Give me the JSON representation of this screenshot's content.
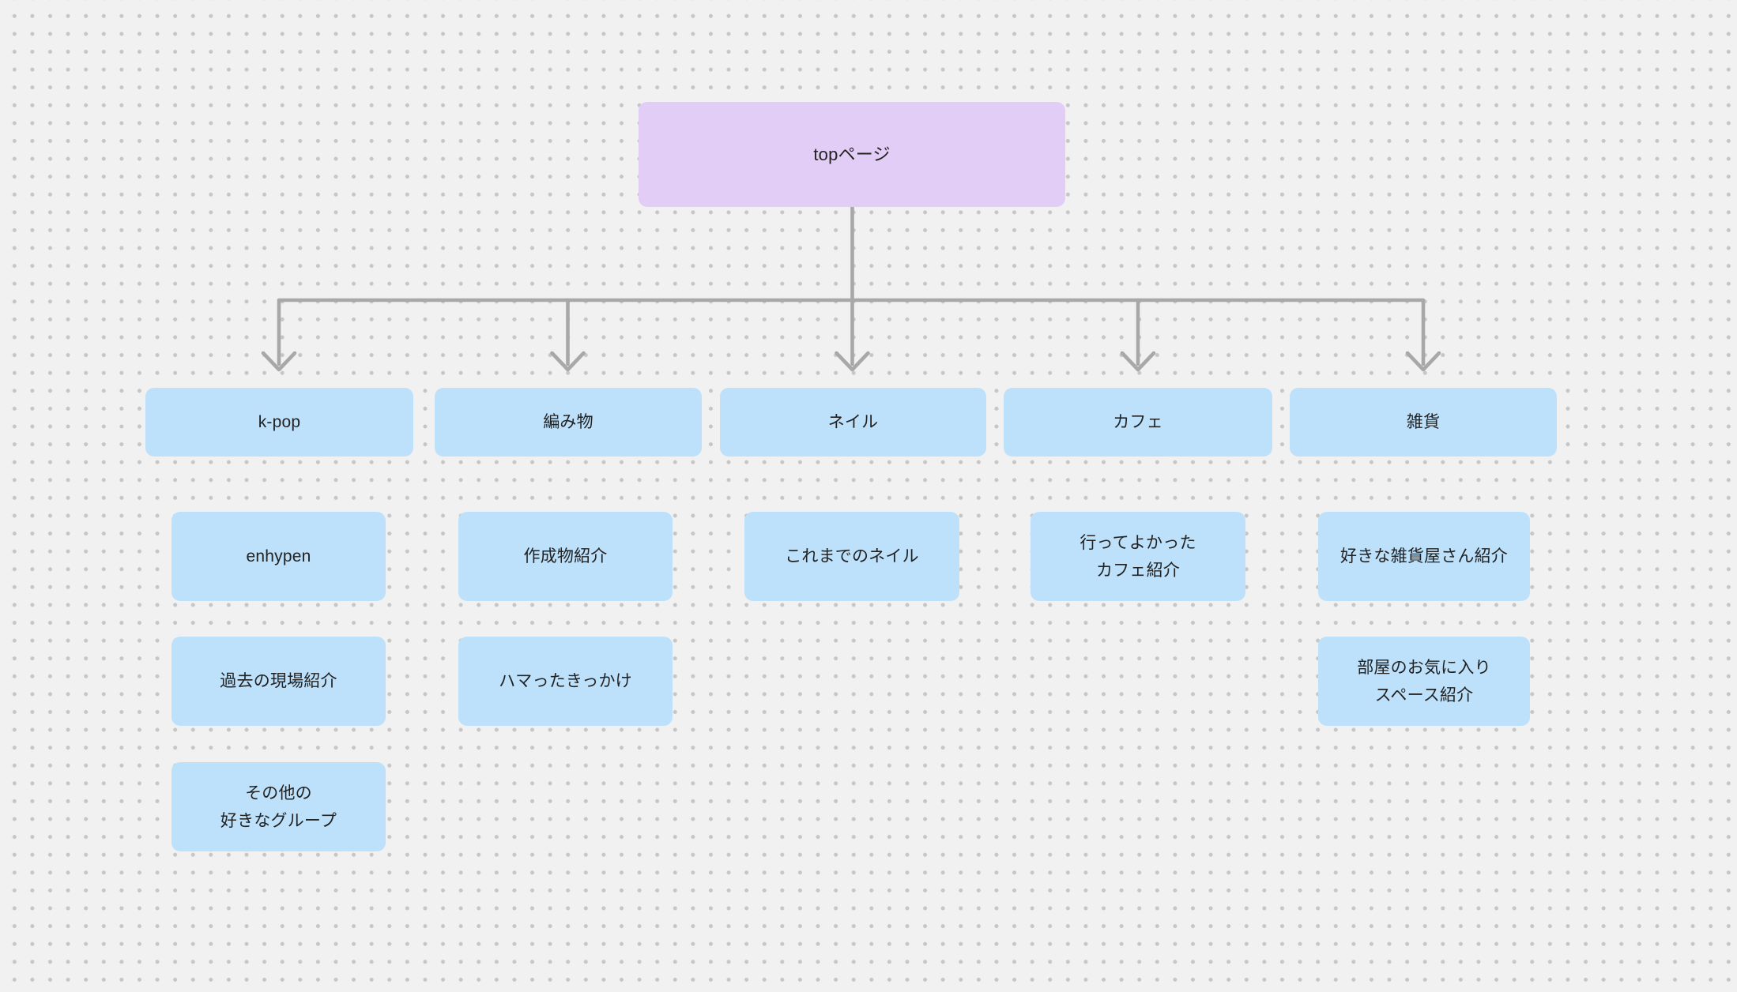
{
  "page": {
    "title": "サイトマップ図 (site map diagram)"
  },
  "colors": {
    "canvas-bg": "#F1F1F2",
    "dot": "#C6C6C6",
    "root-fill": "#E2CDF6",
    "node-fill": "#BEE1FB",
    "connector": "#A8A8A8",
    "text": "#222222"
  },
  "diagram": {
    "root": {
      "label": "topページ"
    },
    "categories": [
      {
        "label": "k-pop",
        "children": [
          {
            "label": "enhypen"
          },
          {
            "label": "過去の現場紹介"
          },
          {
            "label": "その他の\n好きなグループ"
          }
        ]
      },
      {
        "label": "編み物",
        "children": [
          {
            "label": "作成物紹介"
          },
          {
            "label": "ハマったきっかけ"
          }
        ]
      },
      {
        "label": "ネイル",
        "children": [
          {
            "label": "これまでのネイル"
          }
        ]
      },
      {
        "label": "カフェ",
        "children": [
          {
            "label": "行ってよかった\nカフェ紹介"
          }
        ]
      },
      {
        "label": "雑貨",
        "children": [
          {
            "label": "好きな雑貨屋さん紹介"
          },
          {
            "label": "部屋のお気に入り\nスペース紹介"
          }
        ]
      }
    ]
  }
}
